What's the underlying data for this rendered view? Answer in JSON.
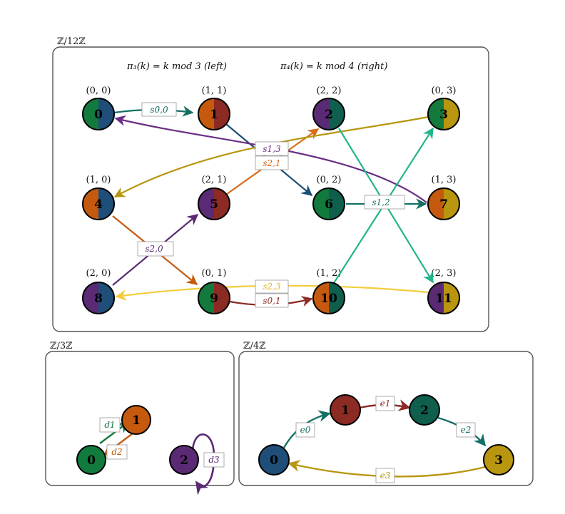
{
  "colors": {
    "blue": "#1f4e79",
    "green": "#137a3e",
    "orange": "#c55a0f",
    "red": "#8c2a24",
    "purple": "#5a2a74",
    "teal": "#0f5e4e",
    "gold": "#b8960f",
    "navy": "#1a4f78",
    "teal_edge": "#137064",
    "light_orange": "#d96c1a",
    "violet": "#6a2f86",
    "aqua": "#22b58a",
    "yellow": "#f2cd3c",
    "maroon": "#8d2b26"
  },
  "panels": {
    "z12": {
      "title": "ℤ/12ℤ",
      "caption_left": "π₃(k) = k mod 3 (left)",
      "caption_right": "π₄(k) = k mod 4 (right)",
      "nodes": [
        {
          "id": "0",
          "coord": "(0, 0)"
        },
        {
          "id": "1",
          "coord": "(1, 1)"
        },
        {
          "id": "2",
          "coord": "(2, 2)"
        },
        {
          "id": "3",
          "coord": "(0, 3)"
        },
        {
          "id": "4",
          "coord": "(1, 0)"
        },
        {
          "id": "5",
          "coord": "(2, 1)"
        },
        {
          "id": "6",
          "coord": "(0, 2)"
        },
        {
          "id": "7",
          "coord": "(1, 3)"
        },
        {
          "id": "8",
          "coord": "(2, 0)"
        },
        {
          "id": "9",
          "coord": "(0, 1)"
        },
        {
          "id": "10",
          "coord": "(1, 2)"
        },
        {
          "id": "11",
          "coord": "(2, 3)"
        }
      ],
      "edge_labels": {
        "s00": "s0,0",
        "s13": "s1,3",
        "s21": "s2,1",
        "s12": "s1,2",
        "s20": "s2,0",
        "s23": "s2,3",
        "s01": "s0,1"
      }
    },
    "z3": {
      "title": "ℤ/3ℤ",
      "nodes": [
        "0",
        "1",
        "2"
      ],
      "edge_labels": {
        "d1": "d1",
        "d2": "d2",
        "d3": "d3"
      }
    },
    "z4": {
      "title": "ℤ/4ℤ",
      "nodes": [
        "0",
        "1",
        "2",
        "3"
      ],
      "edge_labels": {
        "e0": "e0",
        "e1": "e1",
        "e2": "e2",
        "e3": "e3"
      }
    }
  }
}
